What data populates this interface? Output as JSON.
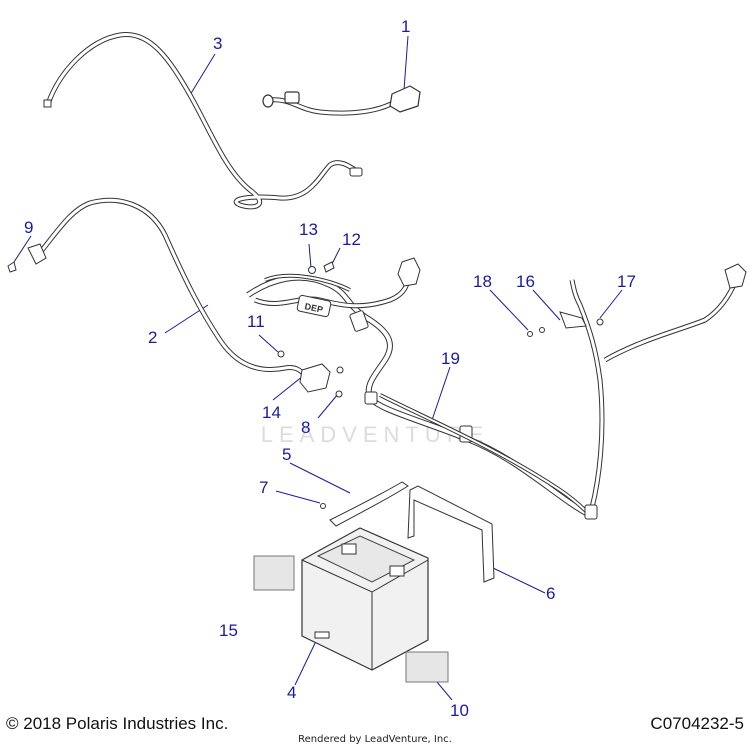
{
  "watermark": "LEADVENTURE",
  "callouts": [
    {
      "id": "1",
      "label": "1"
    },
    {
      "id": "2",
      "label": "2"
    },
    {
      "id": "3",
      "label": "3"
    },
    {
      "id": "4",
      "label": "4"
    },
    {
      "id": "5",
      "label": "5"
    },
    {
      "id": "6",
      "label": "6"
    },
    {
      "id": "7",
      "label": "7"
    },
    {
      "id": "8",
      "label": "8"
    },
    {
      "id": "9",
      "label": "9"
    },
    {
      "id": "10",
      "label": "10"
    },
    {
      "id": "11",
      "label": "11"
    },
    {
      "id": "12",
      "label": "12"
    },
    {
      "id": "13",
      "label": "13"
    },
    {
      "id": "14",
      "label": "14"
    },
    {
      "id": "15",
      "label": "15"
    },
    {
      "id": "16",
      "label": "16"
    },
    {
      "id": "17",
      "label": "17"
    },
    {
      "id": "18",
      "label": "18"
    },
    {
      "id": "19",
      "label": "19"
    }
  ],
  "connector_tag": "DEP",
  "footer": {
    "copyright": "© 2018 Polaris Industries Inc.",
    "diagram_code": "C0704232-5",
    "rendered_by": "Rendered by LeadVenture, Inc."
  },
  "colors": {
    "callout": "#1a1aa6",
    "leader": "#1a1aa6",
    "part_stroke": "#333333",
    "pad_fill": "#e6e6e6",
    "battery_fill": "#f1f1f1"
  }
}
